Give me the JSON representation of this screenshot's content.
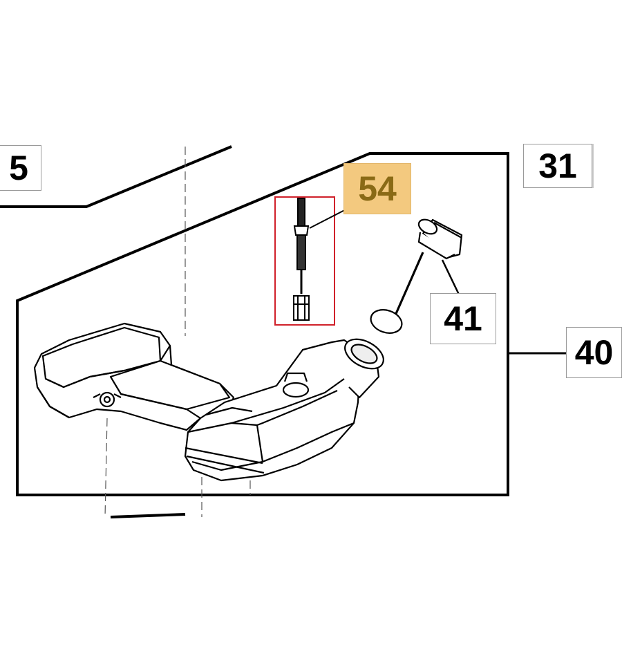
{
  "callouts": {
    "label_5": "5",
    "label_31": "31",
    "label_54": "54",
    "label_41": "41",
    "label_40": "40"
  },
  "colors": {
    "highlight_fill": "#f3c97f",
    "highlight_text": "#8a6a16",
    "selection_frame": "#d0202a",
    "line": "#000000"
  },
  "highlighted_part": "54"
}
